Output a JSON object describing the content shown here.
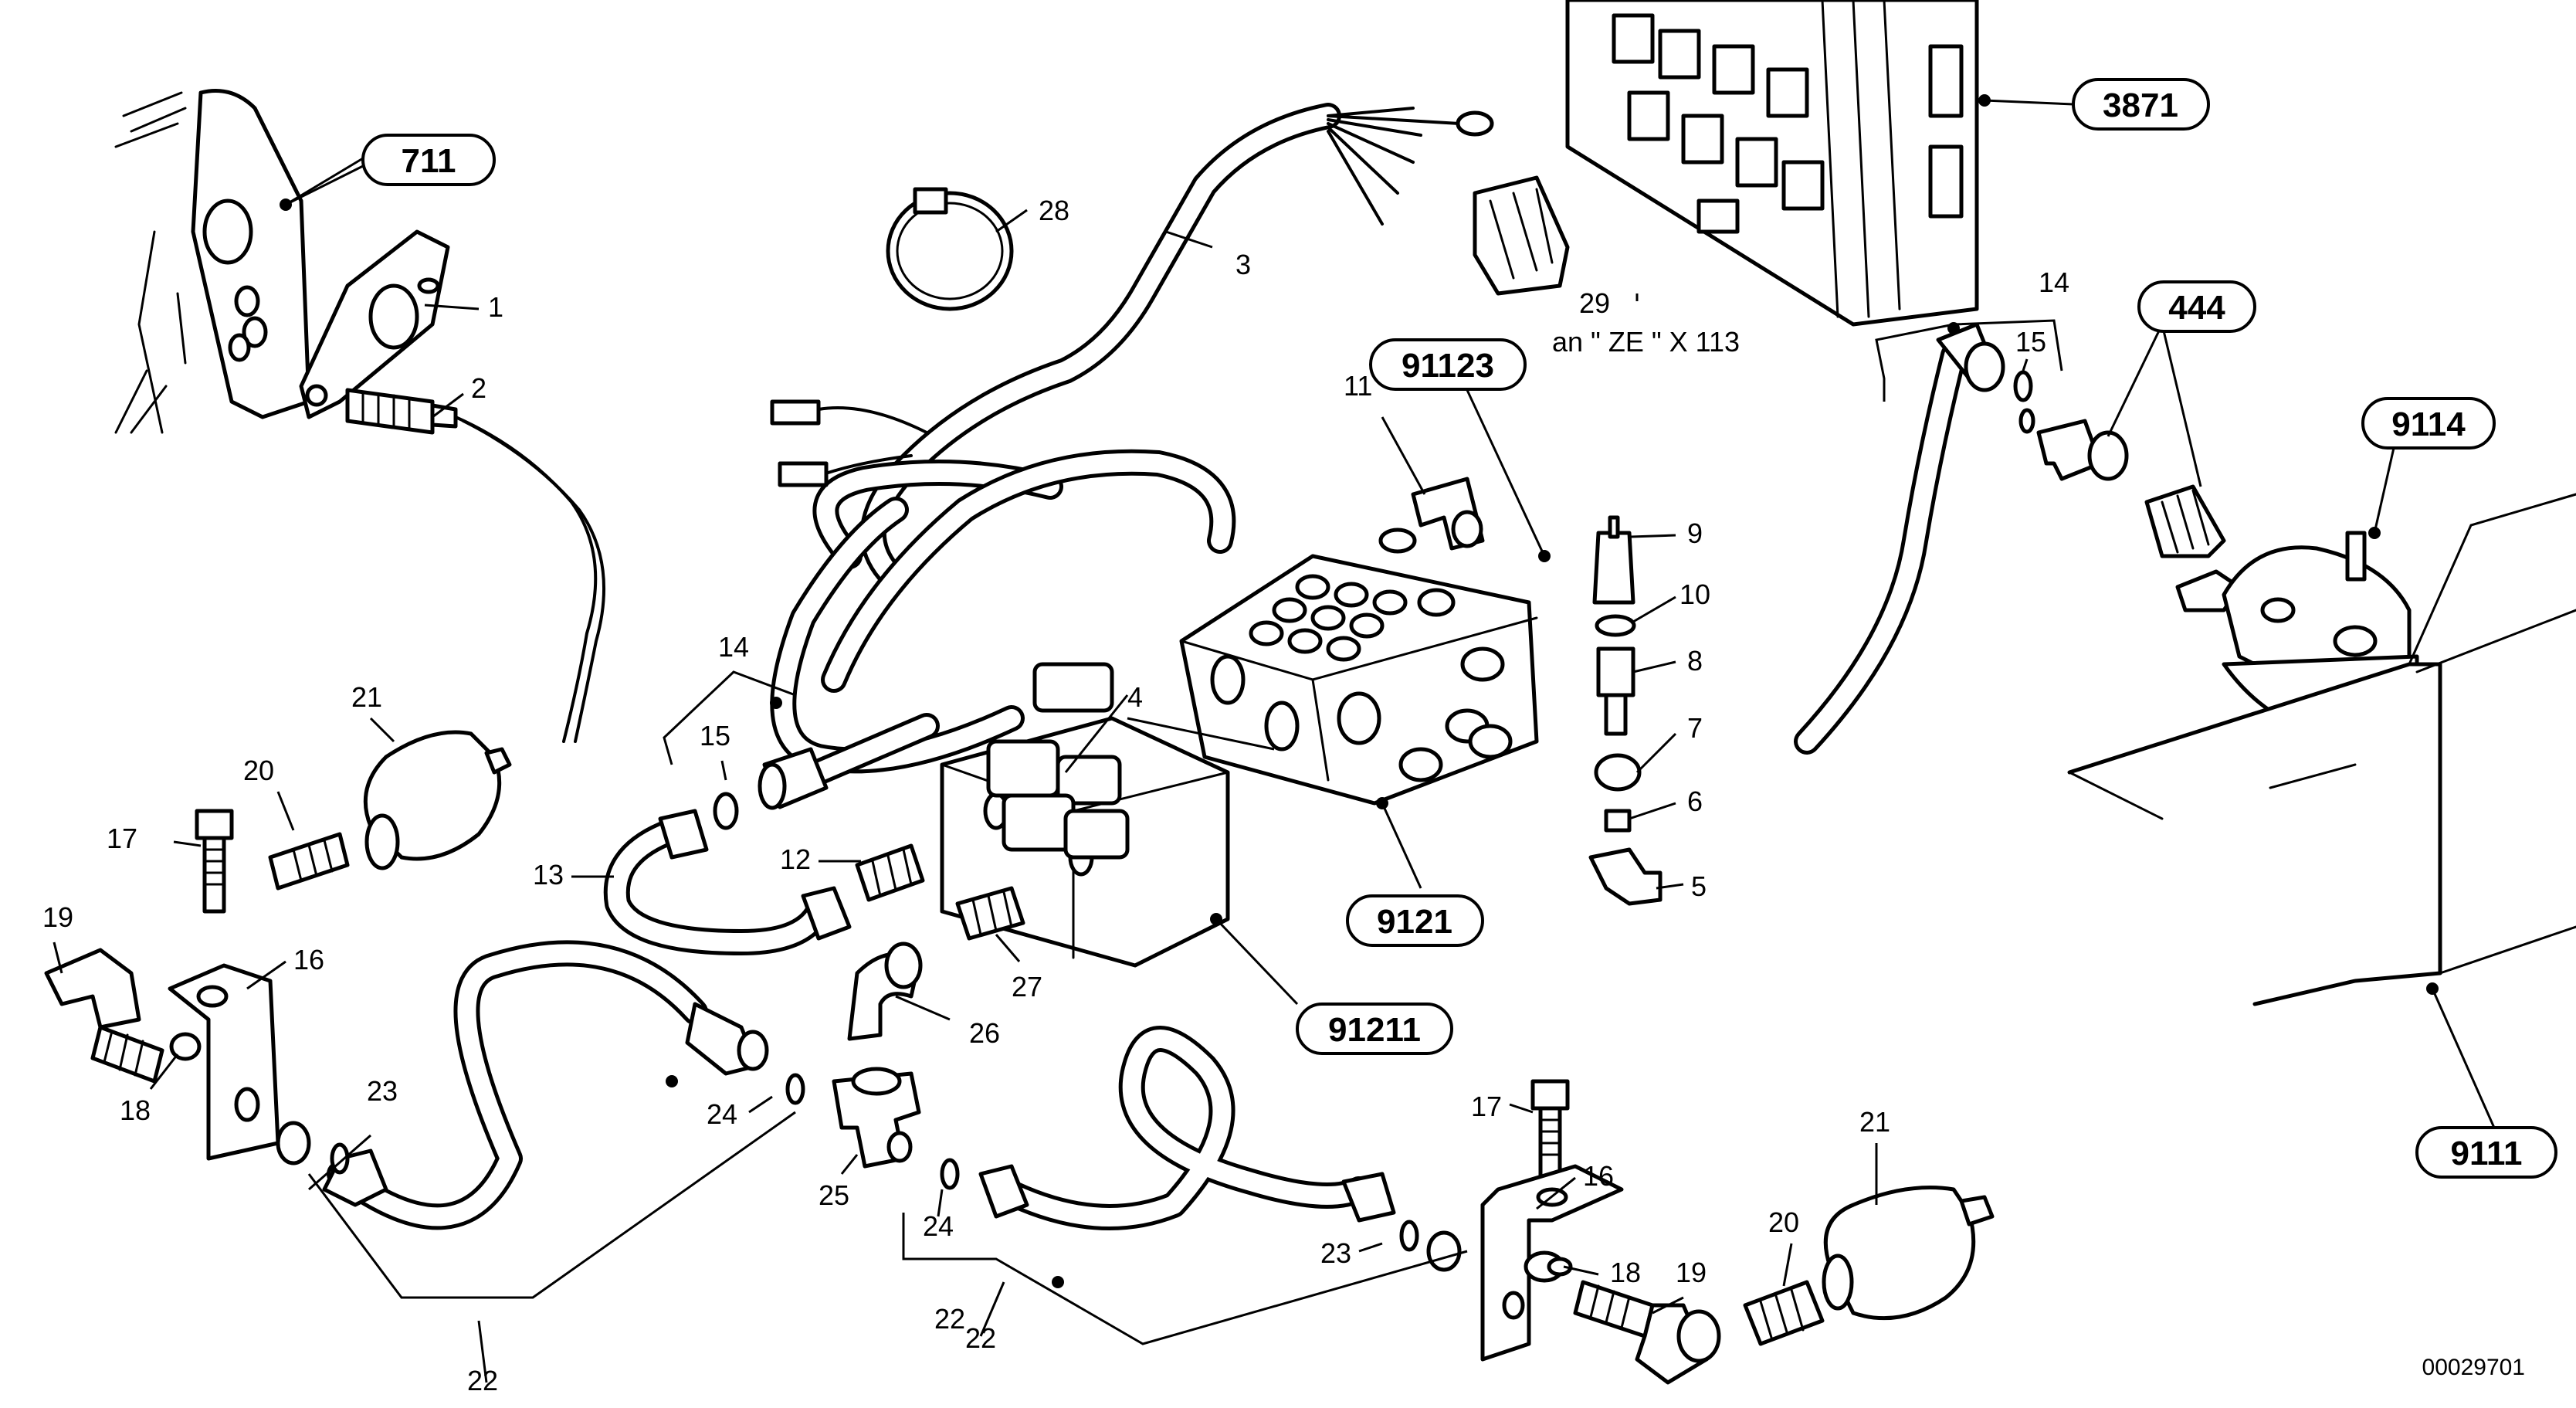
{
  "references": {
    "r711": "711",
    "r3871": "3871",
    "r444": "444",
    "r9114": "9114",
    "r91123": "91123",
    "r9121": "9121",
    "r91211": "91211",
    "r9111": "9111"
  },
  "callouts": {
    "c1": "1",
    "c2": "2",
    "c3": "3",
    "c4": "4",
    "c5": "5",
    "c6": "6",
    "c7": "7",
    "c8": "8",
    "c9": "9",
    "c10": "10",
    "c11": "11",
    "c12": "12",
    "c13": "13",
    "c14a": "14",
    "c14b": "14",
    "c15a": "15",
    "c15b": "15",
    "c16a": "16",
    "c16b": "16",
    "c17a": "17",
    "c17b": "17",
    "c18a": "18",
    "c18b": "18",
    "c19a": "19",
    "c19b": "19",
    "c20a": "20",
    "c20b": "20",
    "c21a": "21",
    "c21b": "21",
    "c22a": "22",
    "c22b": "22",
    "c22c": "22",
    "c23a": "23",
    "c23b": "23",
    "c24a": "24",
    "c24b": "24",
    "c25": "25",
    "c26": "26",
    "c27": "27",
    "c28": "28",
    "c29": "29"
  },
  "note_ze": "an \" ZE \"  X 113",
  "drawing_number": "00029701"
}
